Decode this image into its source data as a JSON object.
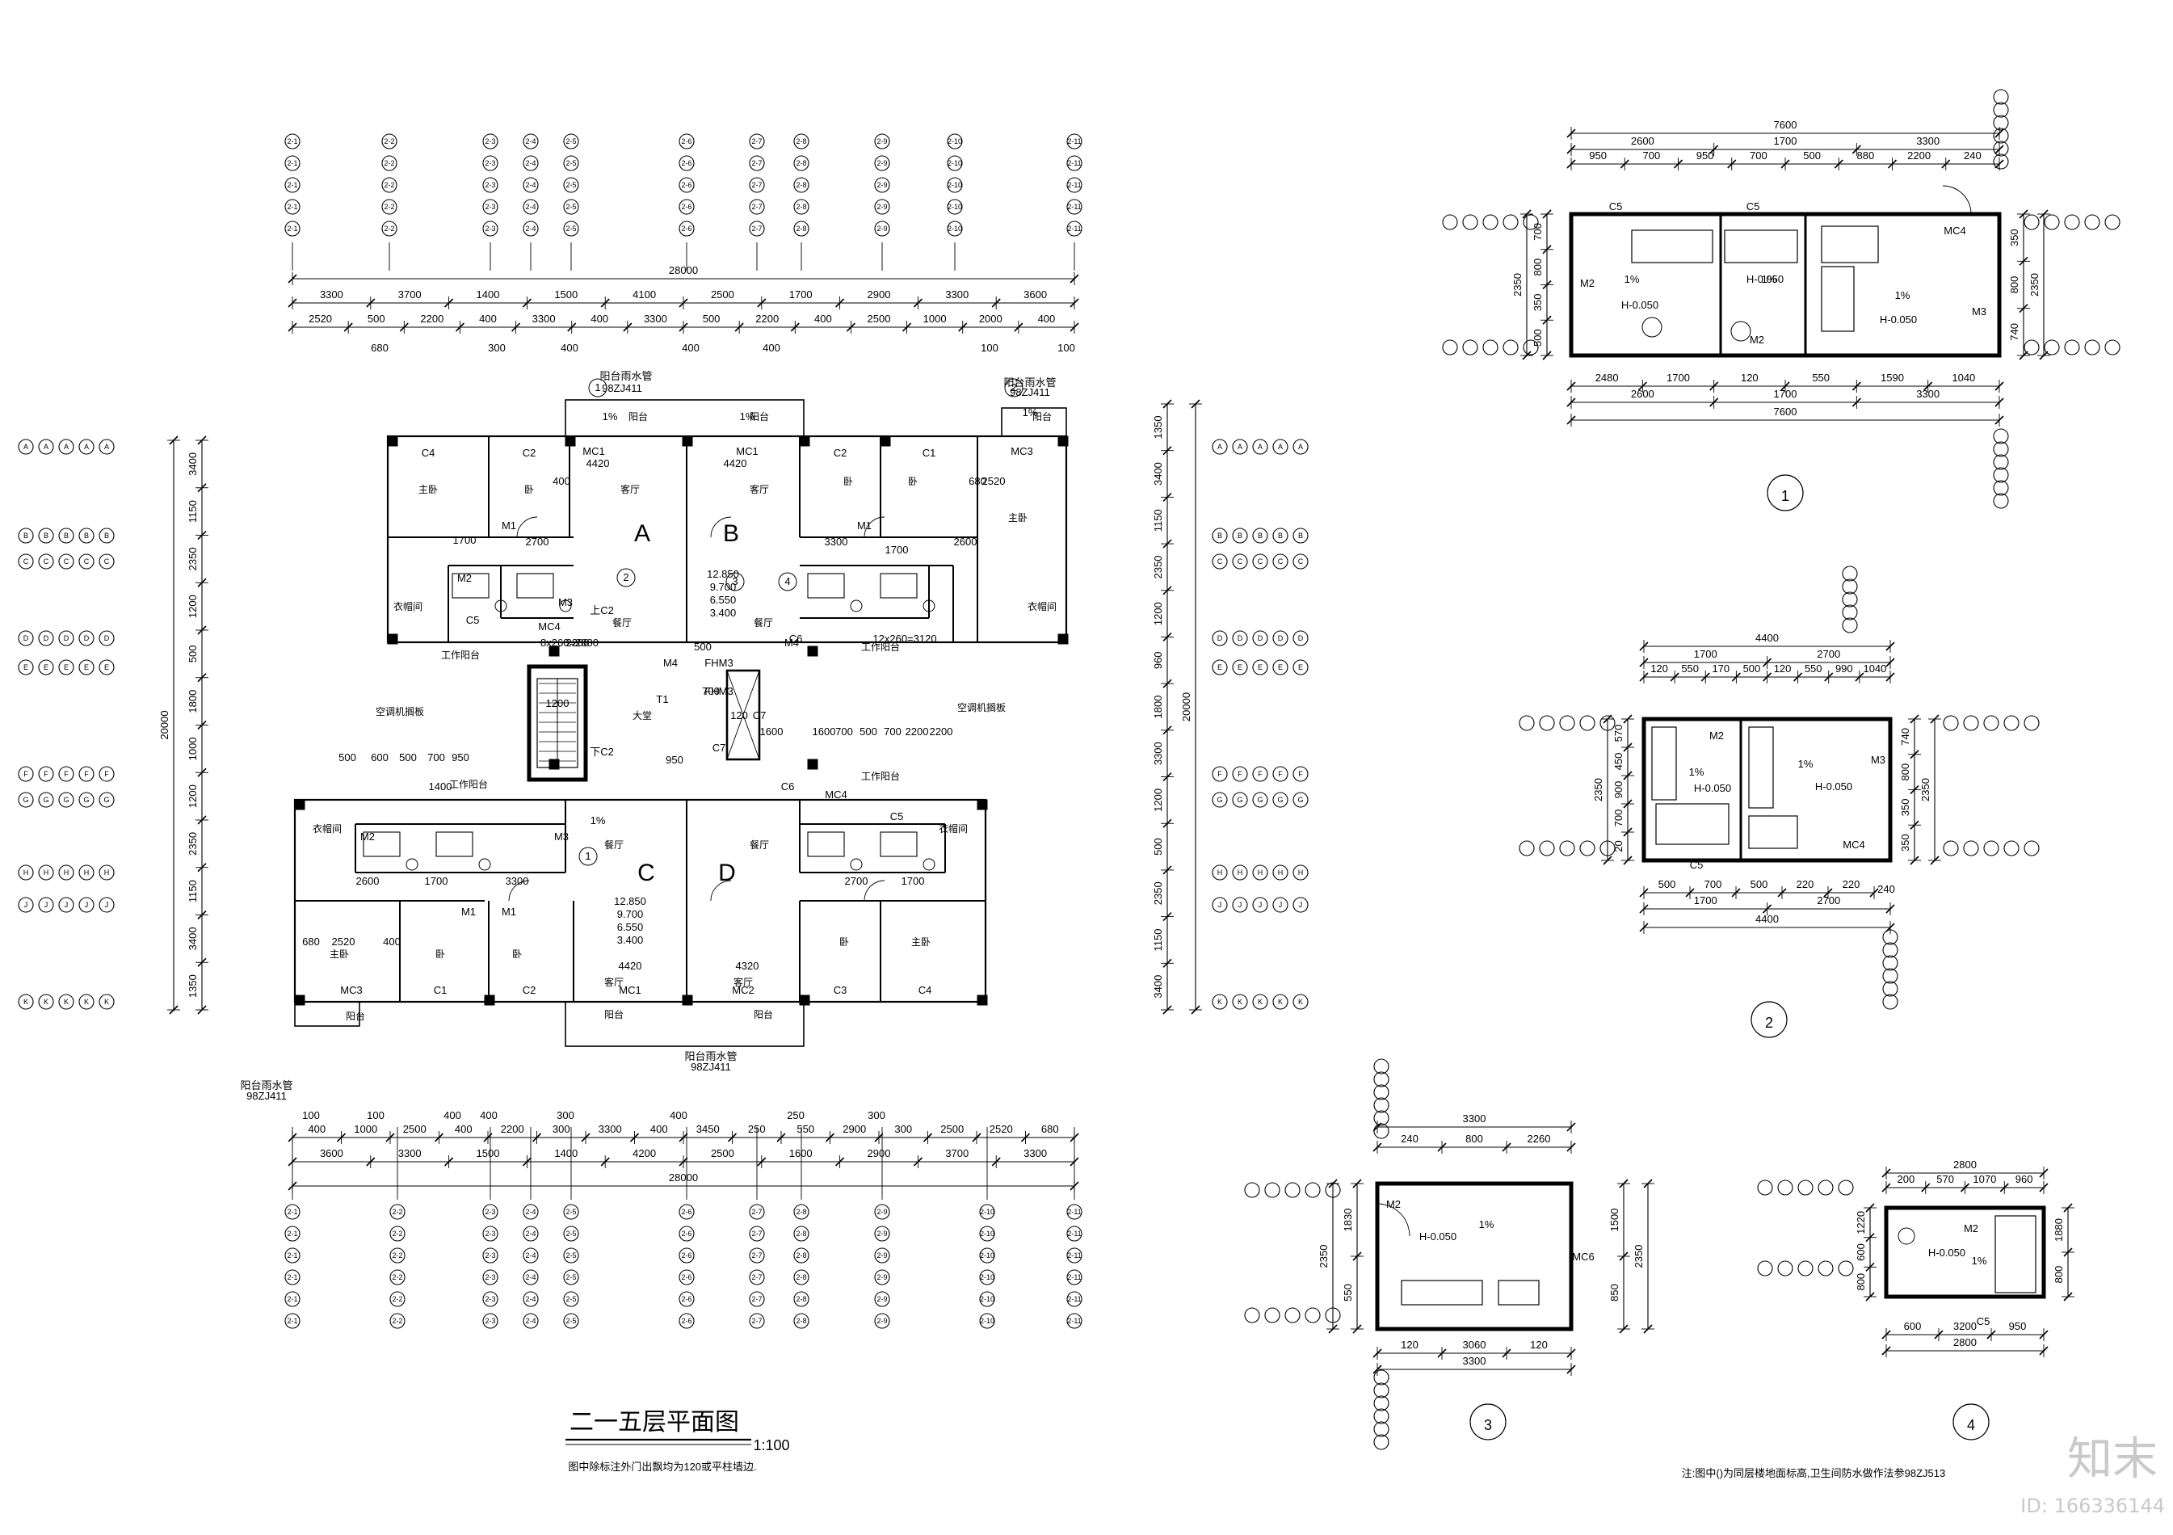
{
  "main_plan": {
    "title": "二一五层平面图",
    "scale": "1:100",
    "note": "图中除标注外门出飘均为120或平柱墙边.",
    "units": [
      "A",
      "B",
      "C",
      "D"
    ],
    "top_overall": "28000",
    "top_dims_row1": [
      "3300",
      "3700",
      "1400",
      "1500",
      "4100",
      "2500",
      "1700",
      "2900",
      "3300",
      "3600"
    ],
    "top_dims_row2": [
      "2520",
      "500",
      "2200",
      "400",
      "3300",
      "400",
      "3300",
      "500",
      "2200",
      "400",
      "2500",
      "1000",
      "2000",
      "400"
    ],
    "top_dims_row3": [
      "680",
      "300",
      "400",
      "400",
      "400",
      "100",
      "100"
    ],
    "bottom_overall": "28000",
    "bottom_dims_row1": [
      "3600",
      "3300",
      "1500",
      "1400",
      "4200",
      "2500",
      "1600",
      "2900",
      "3700",
      "3300"
    ],
    "bottom_dims_row2": [
      "400",
      "1000",
      "2500",
      "400",
      "2200",
      "300",
      "3300",
      "400",
      "3450",
      "250",
      "550",
      "2900",
      "300",
      "2500",
      "2520",
      "680"
    ],
    "bottom_dims_row0": [
      "100",
      "100",
      "400",
      "400",
      "300",
      "400",
      "250",
      "300"
    ],
    "left_overall": "20000",
    "left_dims": [
      "3400",
      "1150",
      "2350",
      "1200",
      "500",
      "1800",
      "1000",
      "1200",
      "2350",
      "1150",
      "3400",
      "1350"
    ],
    "right_overall": "20000",
    "right_dims": [
      "1350",
      "3400",
      "1150",
      "2350",
      "1200",
      "960",
      "1800",
      "3300",
      "1200",
      "500",
      "2350",
      "1150",
      "3400"
    ],
    "elevations_top": [
      "12.850",
      "9.700",
      "6.550",
      "3.400"
    ],
    "elevations_bottom": [
      "12.850",
      "9.700",
      "6.550",
      "3.400"
    ],
    "rooms": {
      "master_bed": "主卧",
      "bed": "卧",
      "living": "客厅",
      "dining": "餐厅",
      "laundry": "衣帽间",
      "balcony": "阳台",
      "work_balcony": "工作阳台",
      "hall": "大堂",
      "ac_platform": "空调机搁板"
    },
    "labels_top": [
      "C4",
      "C2",
      "MC1",
      "MC1",
      "C2",
      "C1",
      "MC3",
      "M1",
      "M1",
      "M2",
      "M3",
      "MC4",
      "C5",
      "C6",
      "M4",
      "M4",
      "FHM3",
      "FHM3",
      "C7",
      "C7",
      "T1",
      "4420",
      "4420",
      "2700",
      "3300",
      "2520",
      "2600",
      "1700",
      "1700",
      "400",
      "680",
      "1%",
      "1%",
      "1%",
      "1%"
    ],
    "labels_bottom": [
      "MC3",
      "C1",
      "C2",
      "MC1",
      "MC2",
      "C3",
      "C4",
      "MC4",
      "C5",
      "C6",
      "M1",
      "M1",
      "M2",
      "M3",
      "4420",
      "4320",
      "2520",
      "2600",
      "1700",
      "3300",
      "2700",
      "1700",
      "680",
      "400"
    ],
    "misc_dims": [
      "1200",
      "1600",
      "1600",
      "120",
      "500",
      "700",
      "950",
      "500",
      "600",
      "500",
      "700",
      "950",
      "700",
      "500",
      "700",
      "2200",
      "2200",
      "1400",
      "12x260=3120",
      "8x260=2080",
      "2200"
    ],
    "notes": [
      "阳台雨水管",
      "98ZJ411",
      "上C2",
      "下C2"
    ],
    "detail_refs": [
      "1",
      "2",
      "3",
      "4"
    ],
    "axis_bubbles": {
      "top": [
        "2-1",
        "2-2",
        "2-3",
        "2-4",
        "2-5",
        "2-6",
        "2-7",
        "2-8",
        "2-9",
        "2-10",
        "2-11"
      ],
      "bottom": [
        "2-1",
        "2-2",
        "2-3",
        "2-4",
        "2-5",
        "2-6",
        "2-7",
        "2-8",
        "2-9",
        "2-10",
        "2-11"
      ],
      "left": [
        "A",
        "B",
        "C",
        "D",
        "E",
        "F",
        "G",
        "H",
        "J",
        "K"
      ],
      "right": [
        "A",
        "B",
        "C",
        "D",
        "E",
        "F",
        "G",
        "H",
        "J",
        "K"
      ]
    }
  },
  "detail1": {
    "label": "1",
    "overall": "7600",
    "top_dims_row1": [
      "2600",
      "1700",
      "3300"
    ],
    "top_dims_row2": [
      "950",
      "700",
      "950",
      "700",
      "500",
      "880",
      "2200",
      "240"
    ],
    "bottom_dims_row1": [
      "2480",
      "1700",
      "120",
      "550",
      "1590",
      "1040"
    ],
    "bottom_dims_row2": [
      "2600",
      "1700",
      "3300"
    ],
    "bottom_overall": "7600",
    "left_dims": [
      "700",
      "800",
      "350",
      "500"
    ],
    "left_overall": "2350",
    "right_dims": [
      "350",
      "800",
      "740"
    ],
    "right_overall": "2350",
    "labels": [
      "C5",
      "C5",
      "MC4",
      "M2",
      "M2",
      "M3",
      "1%",
      "1%",
      "1%",
      "H-0.050",
      "H-0.050",
      "H-0.050"
    ]
  },
  "detail2": {
    "label": "2",
    "overall": "4400",
    "top_dims_row1": [
      "1700",
      "2700"
    ],
    "top_dims_row2": [
      "120",
      "550",
      "170",
      "500",
      "120",
      "550",
      "990",
      "1040"
    ],
    "bottom_dims_row1": [
      "500",
      "700",
      "500",
      "220",
      "220"
    ],
    "bottom_dims_row2": [
      "1700",
      "2700"
    ],
    "bottom_overall": "4400",
    "bottom_right": "240",
    "left_dims": [
      "570",
      "450",
      "900",
      "700",
      "20"
    ],
    "left_overall": "2350",
    "right_dims": [
      "740",
      "800",
      "350",
      "350"
    ],
    "right_overall": "2350",
    "labels": [
      "M2",
      "M3",
      "MC4",
      "C5",
      "1%",
      "1%",
      "H-0.050",
      "H-0.050"
    ]
  },
  "detail3": {
    "label": "3",
    "overall": "3300",
    "top_dims": [
      "240",
      "800",
      "2260"
    ],
    "bottom_dims": [
      "120",
      "3060",
      "120"
    ],
    "bottom_overall": "3300",
    "left_dims": [
      "1830",
      "550"
    ],
    "left_overall": "2350",
    "right_dims": [
      "1500",
      "850"
    ],
    "right_overall": "2350",
    "labels": [
      "M2",
      "MC6",
      "1%",
      "H-0.050"
    ]
  },
  "detail4": {
    "label": "4",
    "overall": "2800",
    "top_dims": [
      "200",
      "570",
      "1070",
      "960"
    ],
    "bottom_dims": [
      "600",
      "3200",
      "950"
    ],
    "bottom_overall": "2800",
    "left_dims": [
      "1220",
      "600",
      "800"
    ],
    "right_dims": [
      "1880",
      "800"
    ],
    "labels": [
      "M2",
      "C5",
      "1%",
      "H-0.050"
    ]
  },
  "footer_note": "注:图中()为同层楼地面标高,卫生间防水做作法参98ZJ513",
  "watermark": {
    "brand": "知末",
    "id": "ID: 166336144"
  }
}
